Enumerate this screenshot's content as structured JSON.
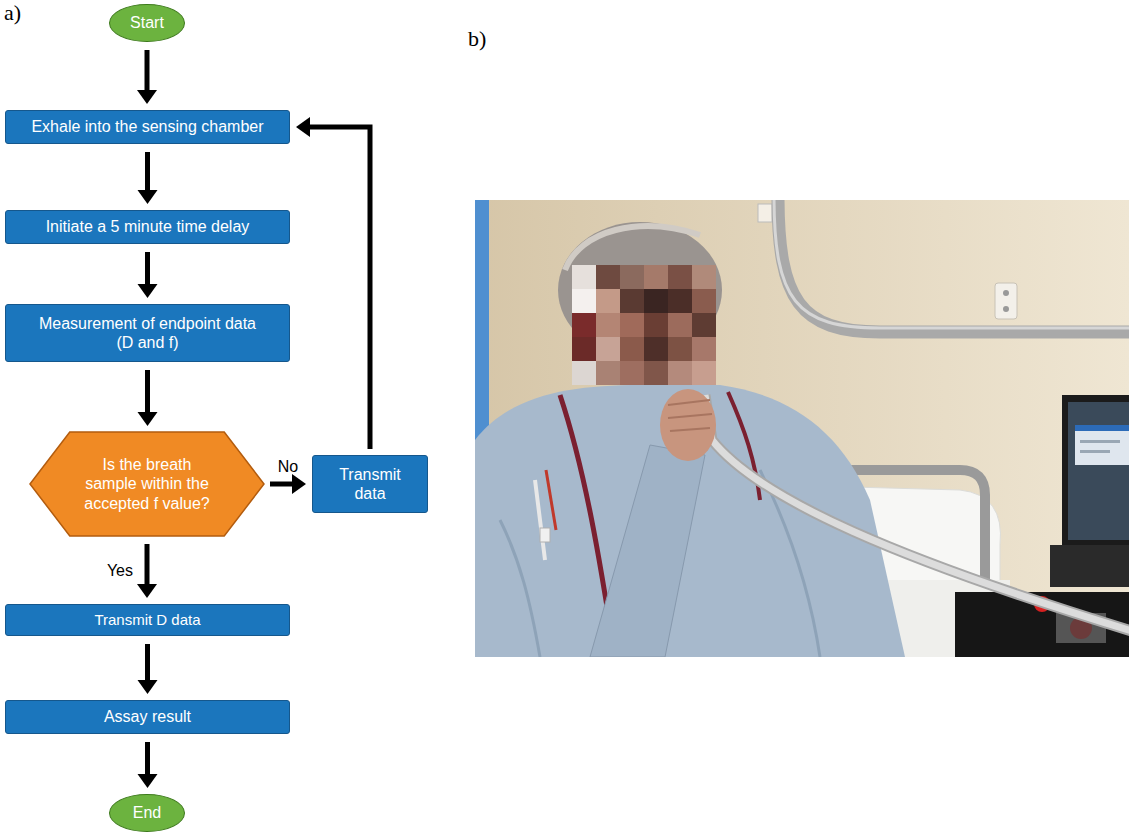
{
  "diagram": {
    "nodes": [
      {
        "text": [
          "Start"
        ]
      },
      {
        "text": [
          "Exhale into the sensing chamber"
        ]
      },
      {
        "text": [
          "Initiate a 5 minute time delay"
        ]
      },
      {
        "text": [
          "Measurement of endpoint data (D and f)"
        ]
      },
      {
        "text": [
          "Is the breath sample within the accepted f value?"
        ]
      },
      {
        "text": [
          "Transmit data"
        ]
      },
      {
        "text": [
          "Transmit D data"
        ]
      },
      {
        "text": [
          "Assay result"
        ]
      },
      {
        "text": [
          "End"
        ]
      }
    ],
    "edges": [
      {
        "from": 0,
        "to": 1,
        "arrow": "to"
      },
      {
        "from": 1,
        "to": 2,
        "arrow": "to"
      },
      {
        "from": 2,
        "to": 3,
        "arrow": "to"
      },
      {
        "from": 3,
        "to": 4,
        "arrow": "to"
      },
      {
        "from": 4,
        "to": 5,
        "label": "No",
        "arrow": "to"
      },
      {
        "from": 5,
        "to": 1,
        "arrow": "to"
      },
      {
        "from": 4,
        "to": 6,
        "label": "Yes",
        "arrow": "to"
      },
      {
        "from": 6,
        "to": 7,
        "arrow": "to"
      },
      {
        "from": 7,
        "to": 8,
        "arrow": "to"
      }
    ],
    "labels": [
      "a)",
      "b)"
    ]
  }
}
